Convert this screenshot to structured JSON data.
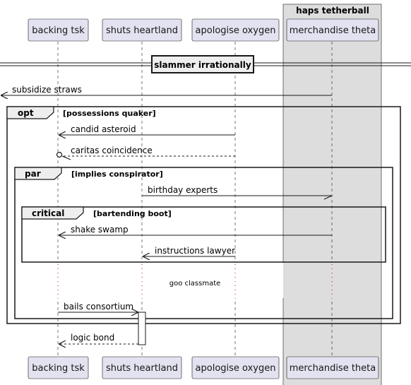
{
  "box": {
    "title": "haps tetherball",
    "fill": "#DDDDDD"
  },
  "participants": [
    {
      "name": "backing tsk"
    },
    {
      "name": "shuts heartland"
    },
    {
      "name": "apologise oxygen"
    },
    {
      "name": "merchandise theta"
    }
  ],
  "separator": {
    "label": "slammer irrationally"
  },
  "messages": [
    {
      "label": "subsidize straws",
      "from": "merchandise theta",
      "to": "left edge",
      "style": "solid"
    },
    {
      "label": "candid asteroid",
      "from": "apologise oxygen",
      "to": "backing tsk",
      "style": "solid"
    },
    {
      "label": "caritas coincidence",
      "from": "apologise oxygen",
      "to": "backing tsk",
      "style": "dashed, lost"
    },
    {
      "label": "birthday experts",
      "from": "shuts heartland",
      "to": "merchandise theta",
      "style": "solid, half-arrow"
    },
    {
      "label": "shake swamp",
      "from": "merchandise theta",
      "to": "backing tsk",
      "style": "solid"
    },
    {
      "label": "instructions lawyer",
      "from": "apologise oxygen",
      "to": "shuts heartland",
      "style": "solid"
    },
    {
      "label": "bails consortium",
      "from": "backing tsk",
      "to": "shuts heartland",
      "style": "solid"
    },
    {
      "label": "logic bond",
      "from": "shuts heartland",
      "to": "backing tsk",
      "style": "dashed"
    }
  ],
  "fragments": [
    {
      "tag": "opt",
      "condition": "[possessions quaker]"
    },
    {
      "tag": "par",
      "condition": "[implies conspirator]"
    },
    {
      "tag": "critical",
      "condition": "[bartending boot]"
    }
  ],
  "delay": {
    "label": "goo classmate"
  },
  "colors": {
    "participant_fill": "#E2E2F0",
    "participant_border": "#181818",
    "lifeline": "#181818",
    "delay_dots": "#A80036"
  }
}
